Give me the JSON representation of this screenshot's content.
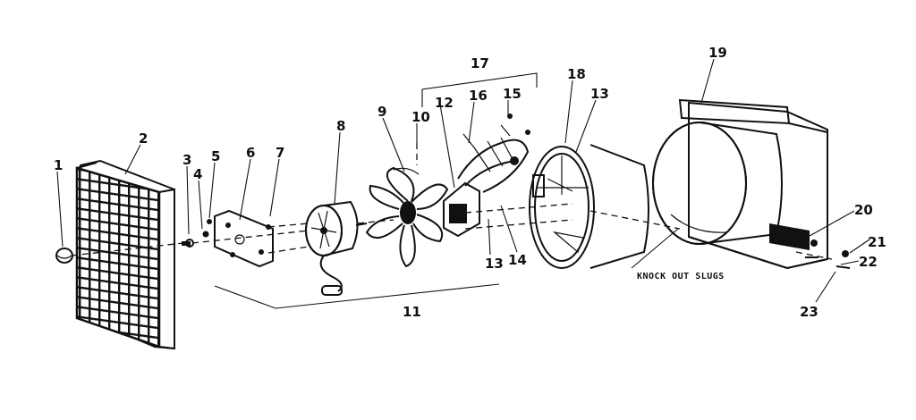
{
  "callouts": [
    "1",
    "2",
    "3",
    "4",
    "5",
    "6",
    "7",
    "8",
    "9",
    "10",
    "11",
    "12",
    "13",
    "14",
    "15",
    "16",
    "17",
    "18",
    "13",
    "19",
    "20",
    "21",
    "22",
    "23"
  ],
  "annotation": "KNOCK OUT SLUGS",
  "parts": {
    "knob": "knob",
    "grille": "grille",
    "bracket": "bracket",
    "motor": "motor",
    "fan_blade": "fan-blade",
    "damper": "damper",
    "housing_ring": "housing-ring",
    "housing_box": "housing-box"
  }
}
